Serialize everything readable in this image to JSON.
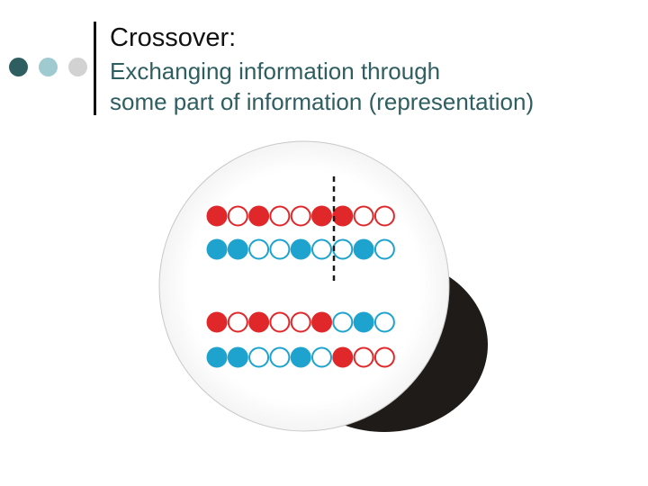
{
  "slide": {
    "title": "Crossover:",
    "subtitle_lines": [
      "Exchanging information through",
      "some part of information (representation)"
    ]
  },
  "colors": {
    "bullet_dark": "#2f5e61",
    "bullet_mid": "#9fcbd0",
    "bullet_light": "#d2d2d2",
    "title_text": "#111111",
    "subtitle_text": "#2f5e61",
    "parent_red": "#e0282a",
    "parent_blue": "#1ea3cf",
    "shadow": "#1f1b18"
  },
  "chromosomes": {
    "cut_after_gene": 6,
    "parents": [
      {
        "color": "red",
        "genes": [
          1,
          0,
          1,
          0,
          0,
          1,
          1,
          0,
          0
        ]
      },
      {
        "color": "blue",
        "genes": [
          1,
          1,
          0,
          0,
          1,
          0,
          0,
          1,
          0
        ]
      }
    ],
    "offspring": [
      {
        "colors": [
          "red",
          "red",
          "red",
          "red",
          "red",
          "red",
          "blue",
          "blue",
          "blue"
        ],
        "genes": [
          1,
          0,
          1,
          0,
          0,
          1,
          0,
          1,
          0
        ]
      },
      {
        "colors": [
          "blue",
          "blue",
          "blue",
          "blue",
          "blue",
          "blue",
          "red",
          "red",
          "red"
        ],
        "genes": [
          1,
          1,
          0,
          0,
          1,
          0,
          1,
          0,
          0
        ]
      }
    ]
  }
}
